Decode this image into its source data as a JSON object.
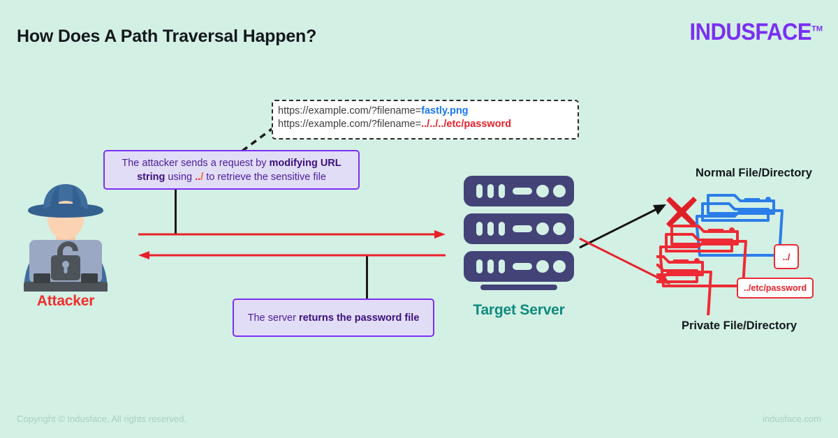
{
  "page": {
    "title": "How Does A Path Traversal Happen?",
    "background_color": "#d3f0e4"
  },
  "logo": {
    "text": "INDUSFACE",
    "trademark": "TM",
    "color": "#7b2ff2"
  },
  "url_callout": {
    "line1_prefix": "https://example.com/?filename=",
    "line1_value": "fastly.png",
    "line1_value_color": "#1877f2",
    "line2_prefix": "https://example.com/?filename=",
    "line2_value": "../../../etc/password",
    "line2_value_color": "#e8202a"
  },
  "notes": {
    "attacker": {
      "t1": "The attacker sends a request by ",
      "b1": "modifying URL string",
      "t2": " using ",
      "dd": "..",
      "slash": "/",
      "t3": " to retrieve the sensitive file"
    },
    "server": {
      "t1": "The server ",
      "b1": "returns the password file"
    }
  },
  "actors": {
    "attacker_label": "Attacker",
    "attacker_label_color": "#f02d2d",
    "server_label": "Target Server",
    "server_label_color": "#0e8a7d"
  },
  "filesystem": {
    "normal_label": "Normal File/Directory",
    "private_label": "Private  File/Directory",
    "normal_color": "#2b7de9",
    "private_color": "#ee2b34",
    "tag_dotdot": "../",
    "tag_etc": "../etc/password",
    "blocked_marker": "x-mark"
  },
  "footer": {
    "copyright": "Copyright © Indusface, All rights reserved.",
    "site": "indusface.com"
  }
}
